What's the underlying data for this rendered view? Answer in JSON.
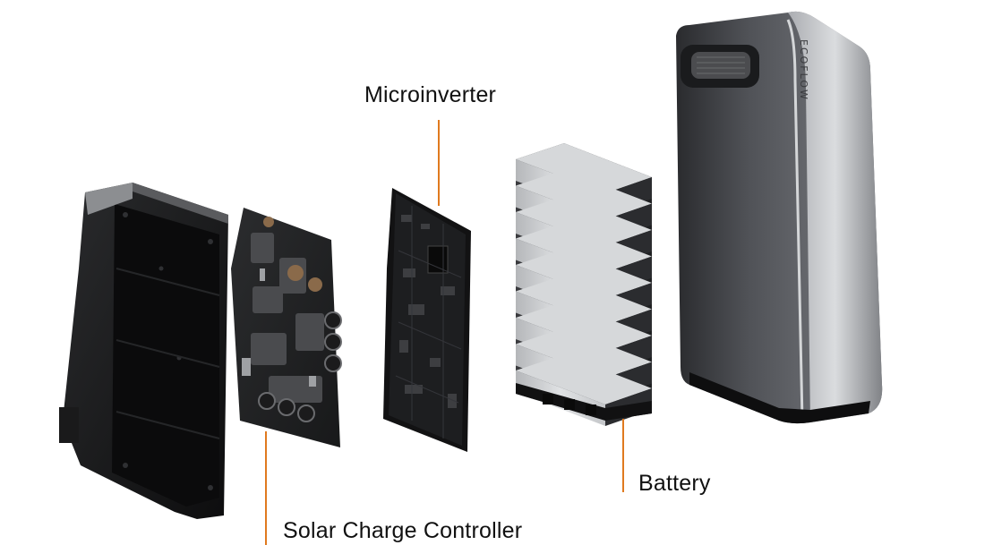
{
  "labels": {
    "microinverter": "Microinverter",
    "battery": "Battery",
    "solar_charge_controller": "Solar Charge Controller"
  },
  "logo_text": "ECOFLOW",
  "colors": {
    "leader_line": "#e07a1f",
    "background": "#ffffff",
    "label_text": "#111111"
  }
}
